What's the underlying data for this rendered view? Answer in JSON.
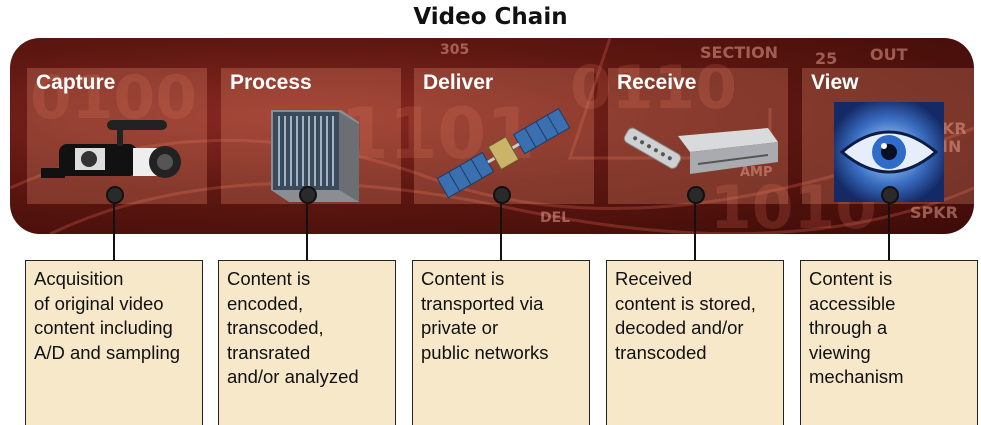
{
  "title": "Video Chain",
  "stages": [
    {
      "label": "Capture",
      "description": "Acquisition\nof original video\ncontent including\nA/D and sampling",
      "icon": "video-camera-icon"
    },
    {
      "label": "Process",
      "description": "Content is\nencoded,\ntranscoded,\ntransrated\nand/or analyzed",
      "icon": "server-rack-icon"
    },
    {
      "label": "Deliver",
      "description": "Content is\ntransported via\nprivate or\npublic networks",
      "icon": "satellite-icon"
    },
    {
      "label": "Receive",
      "description": "Received\ncontent is stored,\ndecoded and/or\ntranscoded",
      "icon": "set-top-box-icon"
    },
    {
      "label": "View",
      "description": "Content is\naccessible\nthrough a\nviewing\nmechanism",
      "icon": "eye-icon"
    }
  ],
  "background_text": [
    "SECTION",
    "25",
    "OUT",
    "SPKR",
    "KR",
    "IN",
    "AMP",
    "DEL",
    "305"
  ],
  "colors": {
    "band": "#5e1711",
    "box_fill": "#f6e8c9",
    "stage_overlay": "#f09678"
  }
}
